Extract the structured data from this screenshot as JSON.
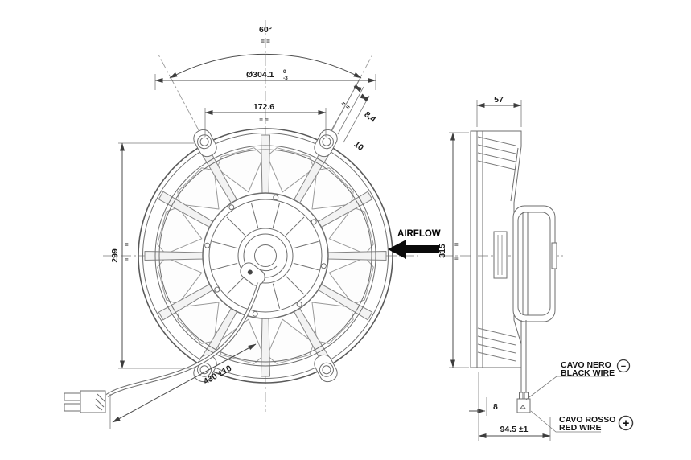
{
  "front_view": {
    "tab_angle": {
      "value": "60°",
      "center_marks": "= ="
    },
    "outer_diameter": {
      "value": "Ø304.1",
      "tol_upper": "0",
      "tol_lower": "-3"
    },
    "hole_spacing_horizontal": {
      "value": "172.6",
      "center_marks": "= ="
    },
    "tab_slot_offset": "8.4",
    "tab_hole_diameter": "10",
    "tab_center_marks": "= =",
    "hole_spacing_vertical": {
      "value": "299",
      "mark_top": "=",
      "mark_bottom": "="
    },
    "wire_length": "430 ±10"
  },
  "side_view": {
    "shroud_depth": "57",
    "overall_height": {
      "value": "315",
      "mark_top": "=",
      "mark_bottom": "="
    },
    "stud_length": "8",
    "overall_depth": "94.5 ±1"
  },
  "airflow_label": "AIRFLOW",
  "wiring": {
    "black": {
      "line1": "CAVO NERO",
      "line2": "BLACK WIRE",
      "polarity": "−"
    },
    "red": {
      "line1": "CAVO ROSSO",
      "line2": "RED WIRE",
      "polarity": "+"
    }
  },
  "colors": {
    "background": "#ffffff",
    "drawing_line": "#6e6e6e",
    "dimension_line": "#4d4d4d",
    "text": "#1c1c1c",
    "airflow_arrow": "#000000"
  }
}
